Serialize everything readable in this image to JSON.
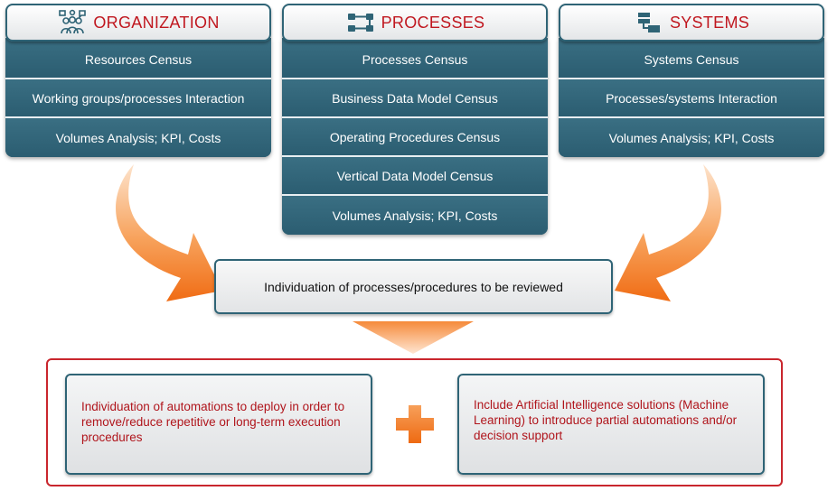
{
  "columns": [
    {
      "title": "ORGANIZATION",
      "icon": "people-icon",
      "items": [
        "Resources Census",
        "Working groups/processes Interaction",
        "Volumes Analysis; KPI, Costs"
      ]
    },
    {
      "title": "PROCESSES",
      "icon": "process-flow-icon",
      "items": [
        "Processes Census",
        "Business Data Model Census",
        "Operating Procedures Census",
        "Vertical Data Model Census",
        "Volumes Analysis; KPI, Costs"
      ]
    },
    {
      "title": "SYSTEMS",
      "icon": "systems-icon",
      "items": [
        "Systems Census",
        "Processes/systems Interaction",
        "Volumes Analysis; KPI, Costs"
      ]
    }
  ],
  "center": {
    "text": "Individuation of processes/procedures to be reviewed"
  },
  "bottom": {
    "left_text": "Individuation of automations to deploy in order to remove/reduce repetitive or long-term execution procedures",
    "right_text": "Include Artificial Intelligence solutions (Machine Learning) to introduce partial automations and/or decision support",
    "plus_icon": "plus-icon"
  },
  "colors": {
    "column_blue": "#2f6478",
    "title_red": "#c0171f",
    "arrow_orange": "#f47c20",
    "border_red": "#c9262d"
  }
}
